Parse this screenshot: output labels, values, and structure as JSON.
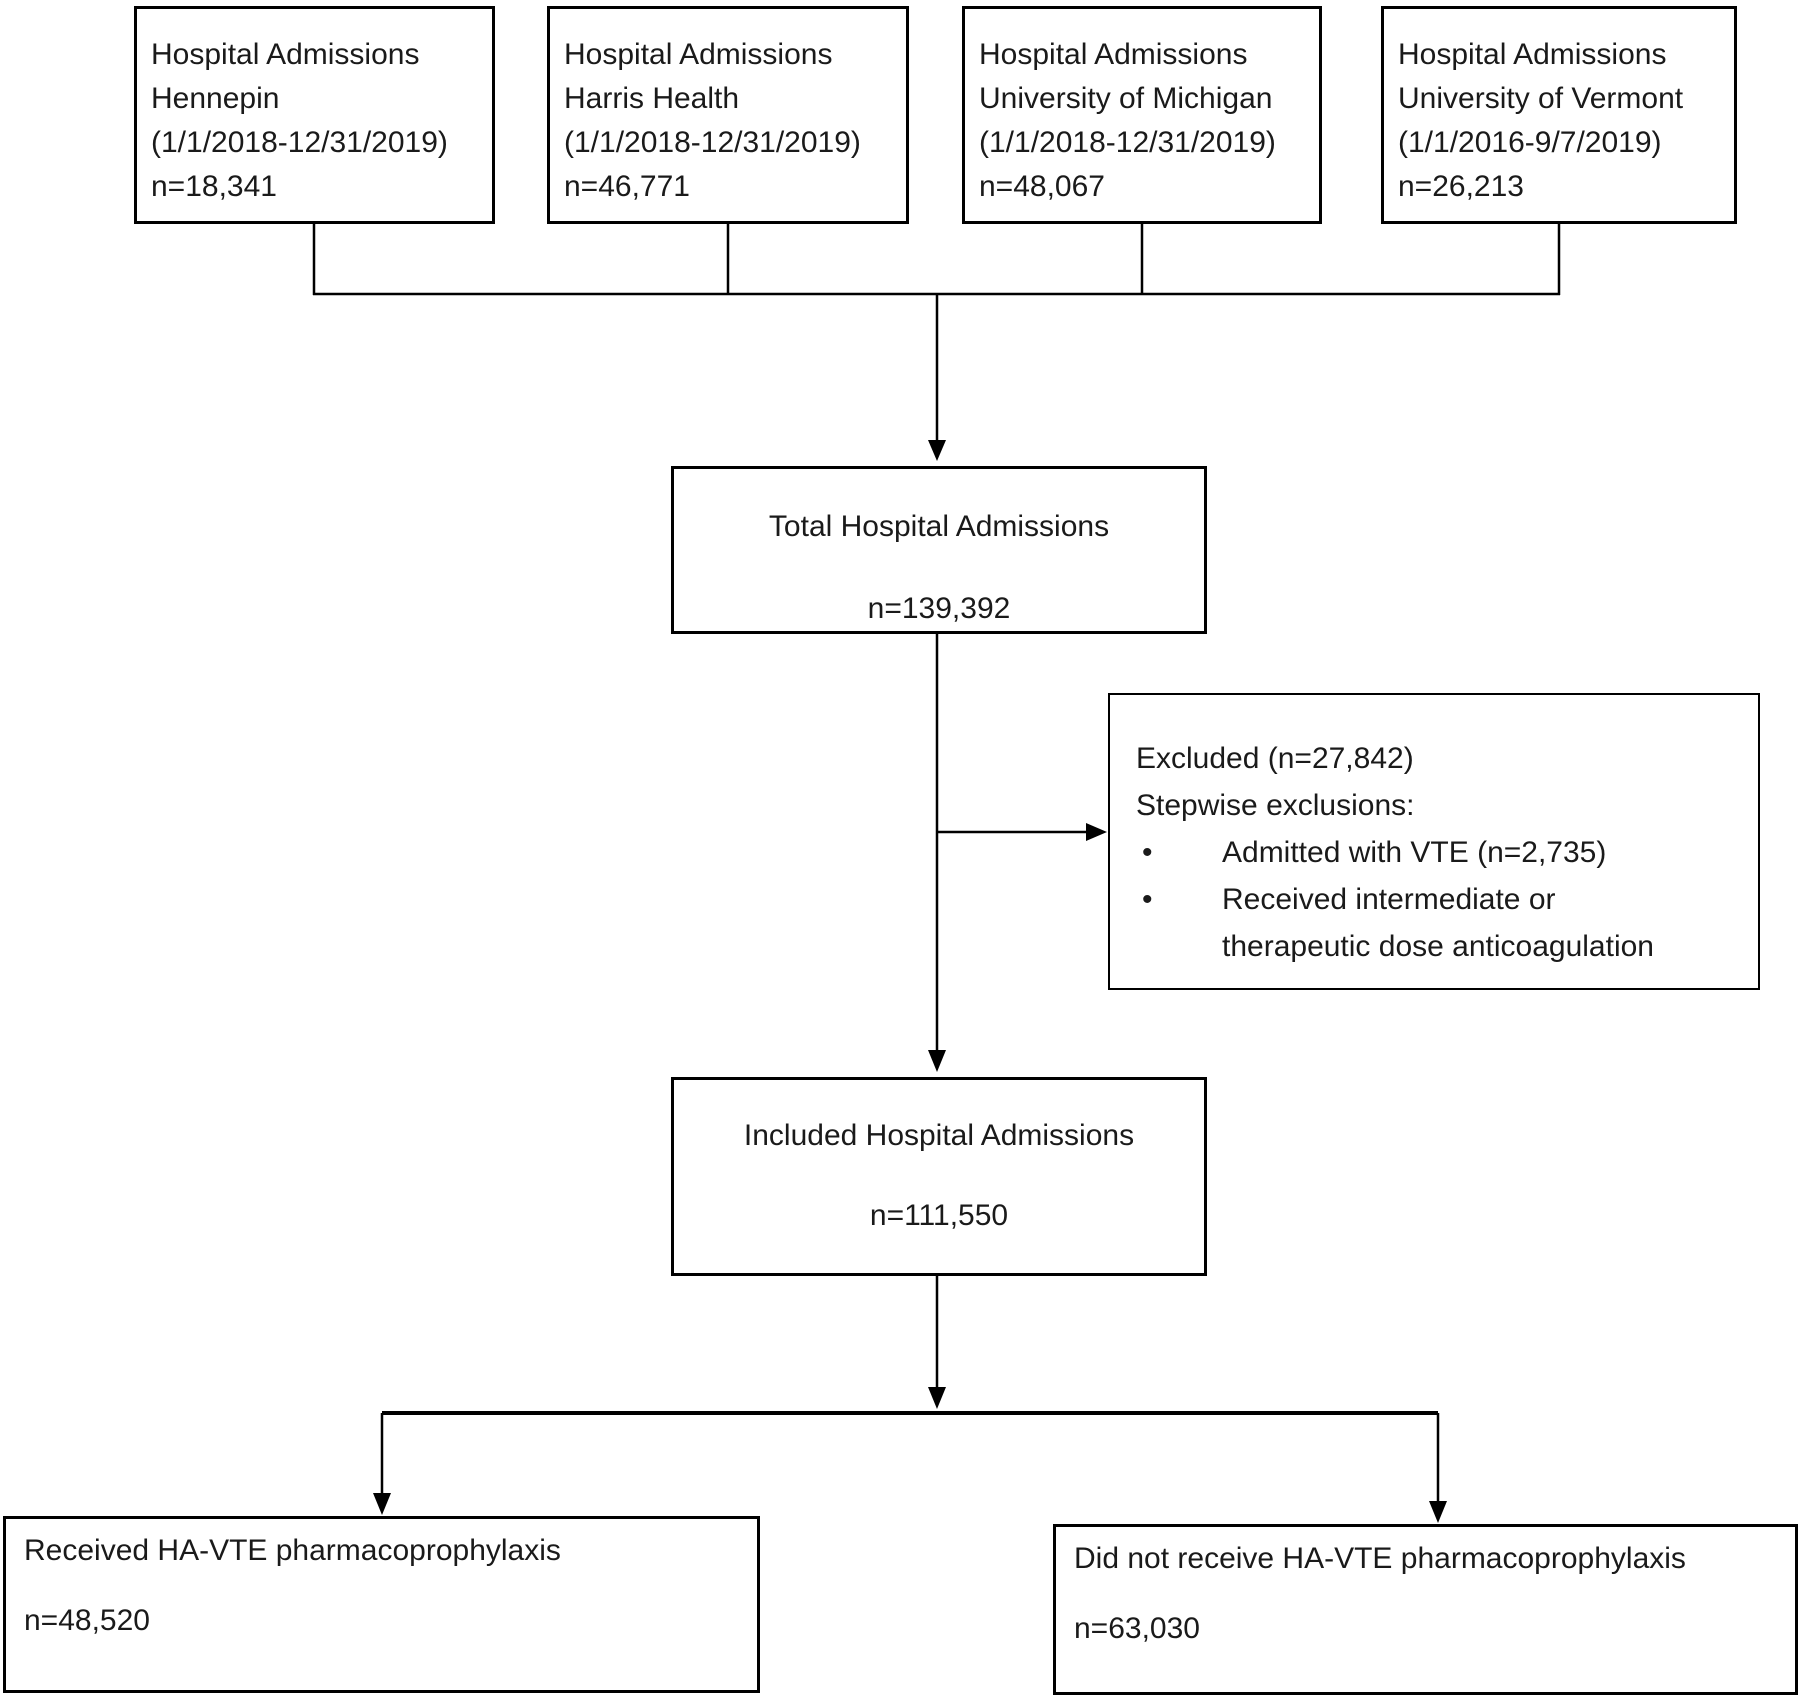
{
  "sources": [
    {
      "lines": [
        "Hospital Admissions",
        "Hennepin",
        "(1/1/2018-12/31/2019)"
      ],
      "n": "n=18,341"
    },
    {
      "lines": [
        "Hospital Admissions",
        "Harris Health",
        "(1/1/2018-12/31/2019)"
      ],
      "n": "n=46,771"
    },
    {
      "lines": [
        "Hospital Admissions",
        "University of Michigan",
        "(1/1/2018-12/31/2019)"
      ],
      "n": "n=48,067"
    },
    {
      "lines": [
        "Hospital Admissions",
        "University of Vermont",
        "(1/1/2016-9/7/2019)"
      ],
      "n": "n=26,213"
    }
  ],
  "total": {
    "title": "Total Hospital Admissions",
    "n": "n=139,392"
  },
  "excluded": {
    "line1": "Excluded (n=27,842)",
    "line2": "Stepwise exclusions:",
    "bullet_char": "•",
    "bullet1": "Admitted with VTE (n=2,735)",
    "bullet2_line1": "Received intermediate or",
    "bullet2_line2": "therapeutic dose anticoagulation"
  },
  "included": {
    "title": "Included Hospital Admissions",
    "n": "n=111,550"
  },
  "received": {
    "title": "Received HA-VTE pharmacoprophylaxis",
    "n": "n=48,520"
  },
  "not_received": {
    "title": "Did not receive HA-VTE pharmacoprophylaxis",
    "n": "n=63,030"
  },
  "colors": {
    "background": "#ffffff",
    "border": "#000000",
    "text": "#1a1a1a",
    "line": "#000000"
  }
}
